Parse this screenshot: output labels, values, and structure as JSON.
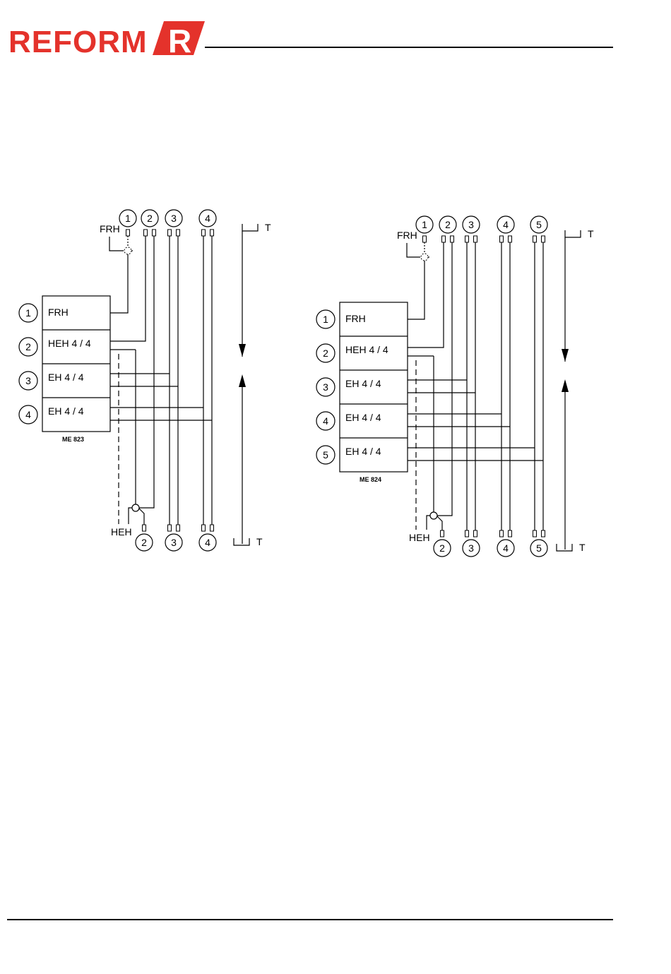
{
  "header": {
    "logo_text": "REFORM",
    "logo_mark": "R",
    "brand_color": "#e4322b"
  },
  "diagrams": [
    {
      "id": "me823",
      "caption": "ME 823",
      "top_label": "FRH",
      "bottom_label": "HEH",
      "tank_label": "T",
      "units": [
        {
          "num": "1",
          "label": "FRH"
        },
        {
          "num": "2",
          "label": "HEH 4 / 4"
        },
        {
          "num": "3",
          "label": "EH 4 / 4"
        },
        {
          "num": "4",
          "label": "EH 4 / 4"
        }
      ],
      "top_ports": [
        "1",
        "2",
        "3",
        "4"
      ],
      "bottom_ports": [
        "2",
        "3",
        "4"
      ]
    },
    {
      "id": "me824",
      "caption": "ME 824",
      "top_label": "FRH",
      "bottom_label": "HEH",
      "tank_label": "T",
      "units": [
        {
          "num": "1",
          "label": "FRH"
        },
        {
          "num": "2",
          "label": "HEH 4 / 4"
        },
        {
          "num": "3",
          "label": "EH 4 / 4"
        },
        {
          "num": "4",
          "label": "EH 4 / 4"
        },
        {
          "num": "5",
          "label": "EH 4 / 4"
        }
      ],
      "top_ports": [
        "1",
        "2",
        "3",
        "4",
        "5"
      ],
      "bottom_ports": [
        "2",
        "3",
        "4",
        "5"
      ]
    }
  ]
}
